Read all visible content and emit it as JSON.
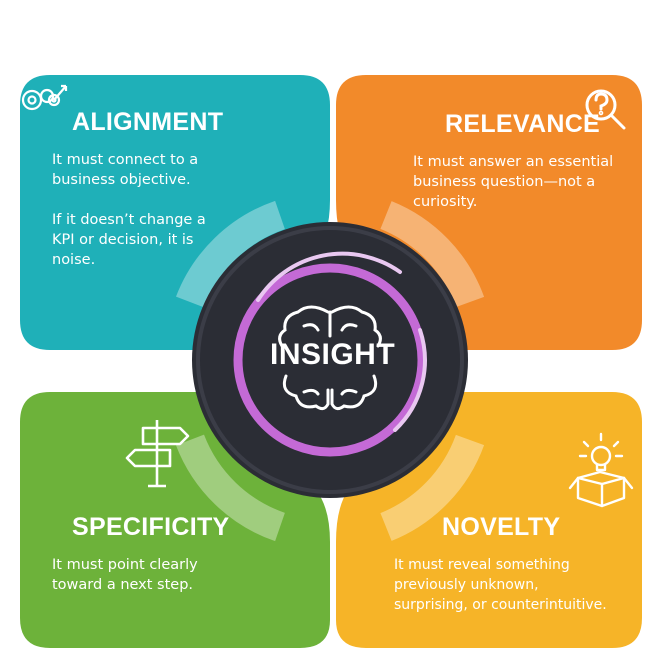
{
  "colors": {
    "alignment": "#1fb0b8",
    "relevance": "#f28a2a",
    "specificity": "#6db23a",
    "novelty": "#f6b428",
    "hub": "#2b2d35",
    "ring": "#c46ad6"
  },
  "center": {
    "label": "INSIGHT",
    "icon": "brain-icon"
  },
  "alignment": {
    "title": "ALIGNMENT",
    "icon": "gears-target-icon",
    "line1": "It must connect to a",
    "line2": "business objective.",
    "line3": "If it doesn’t change a",
    "line4": "KPI or decision, it is",
    "line5": "noise."
  },
  "relevance": {
    "title": "RELEVANCE",
    "icon": "question-magnifier-icon",
    "line1": "It must answer an essential",
    "line2": "business question—not a",
    "line3": "curiosity."
  },
  "specificity": {
    "title": "SPECIFICITY",
    "icon": "signpost-icon",
    "line1": "It must point clearly",
    "line2": "toward a next step."
  },
  "novelty": {
    "title": "NOVELTY",
    "icon": "lightbulb-box-icon",
    "line1": "It must reveal something",
    "line2": "previously unknown,",
    "line3": "surprising, or counterintuitive."
  }
}
